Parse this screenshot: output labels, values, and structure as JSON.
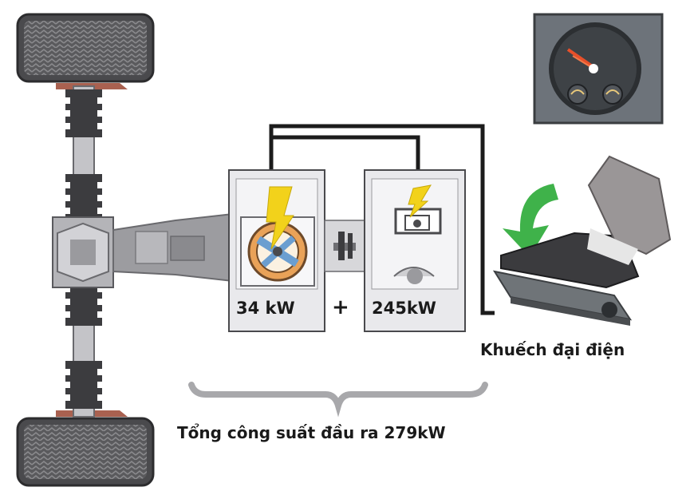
{
  "labels": {
    "motor_power": "34 kW",
    "plus_sign": "+",
    "engine_power": "245kW",
    "amplifier": "Khuếch đại điện",
    "total_output": "Tổng công suất đầu ra 279kW"
  },
  "colors": {
    "background": "#ffffff",
    "panel_fill": "#e9e9ec",
    "panel_stroke": "#4a4a4d",
    "tire": "#555558",
    "tire_tread": "#8a8a8d",
    "tire_rim": "#b07060",
    "axle": "#8f8f93",
    "axle_light": "#c4c4c8",
    "boot": "#3c3c3f",
    "wire": "#1c1c1c",
    "lightning": "#f2d21b",
    "accent_orange": "#e26a2c",
    "gauge_bg": "#6d737a",
    "gauge_needle": "#e8502a",
    "green_arrow": "#3fb24a",
    "pedal": "#6f7478",
    "shoe": "#3b3b3e",
    "trouser": "#9a9697",
    "brace": "#a8a8ab"
  },
  "icons": {
    "motor": "electric-motor-icon",
    "engine": "combustion-engine-icon",
    "coupling": "clutch-coupling-icon",
    "gauge": "power-gauge-icon",
    "pedal": "accelerator-pedal-icon",
    "arrow": "press-arrow-icon"
  }
}
